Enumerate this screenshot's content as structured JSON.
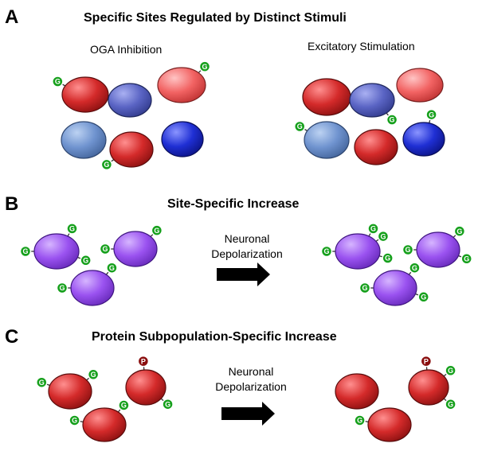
{
  "panels": {
    "a": {
      "letter": "A",
      "title": "Specific Sites Regulated by Distinct Stimuli",
      "left_label": "OGA Inhibition",
      "right_label": "Excitatory Stimulation"
    },
    "b": {
      "letter": "B",
      "title": "Site-Specific Increase",
      "arrow_label_1": "Neuronal",
      "arrow_label_2": "Depolarization"
    },
    "c": {
      "letter": "C",
      "title": "Protein Subpopulation-Specific Increase",
      "arrow_label_1": "Neuronal",
      "arrow_label_2": "Depolarization"
    }
  },
  "modifications": {
    "glycosylation": "G",
    "phosphorylation": "P"
  },
  "colors": {
    "red_protein": "#d42a2a",
    "light_red_protein": "#f26363",
    "slate_protein": "#5a64c4",
    "light_blue_protein": "#6f93cf",
    "blue_protein": "#1f2fd4",
    "purple_protein": "#9a52f0",
    "glyco_badge": "#16a01c",
    "phospho_badge": "#8a0e0e",
    "arrow": "#000000"
  }
}
